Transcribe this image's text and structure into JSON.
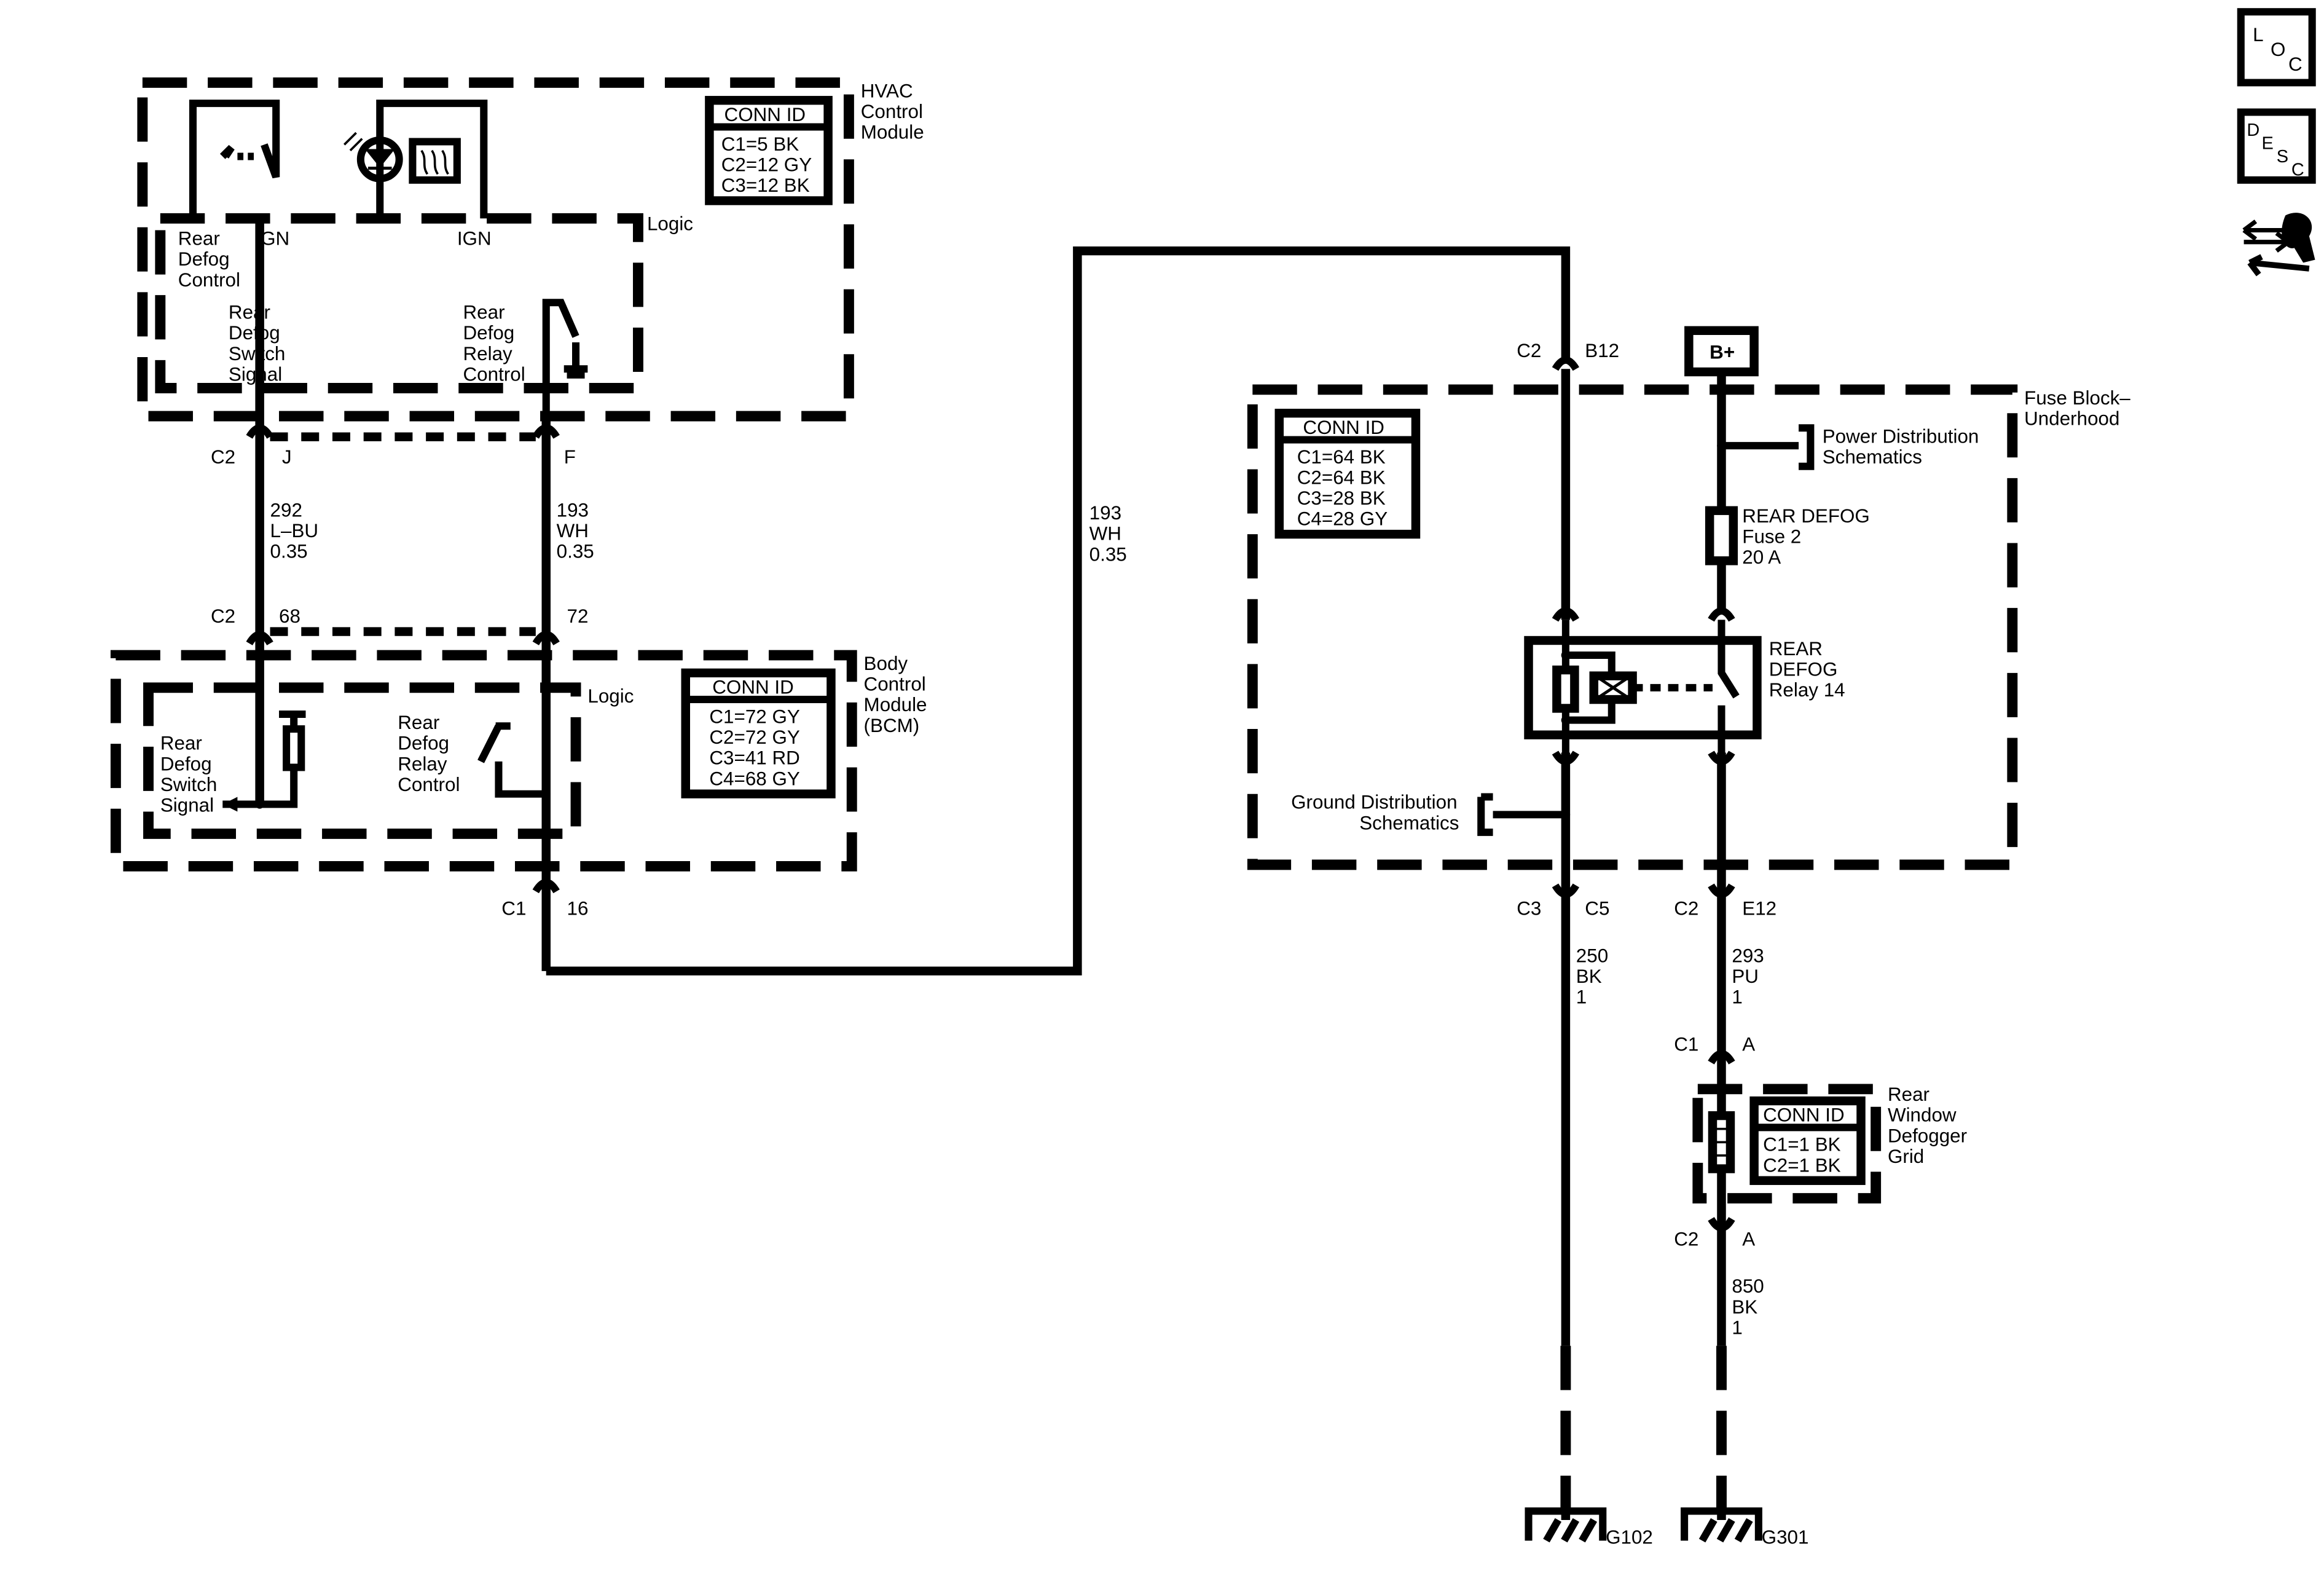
{
  "nav_icons": {
    "loc": [
      "L",
      "O",
      "C"
    ],
    "desc": [
      "D",
      "E",
      "S",
      "C"
    ],
    "tools": "wrench-arrows-icon"
  },
  "hvac": {
    "label": [
      "HVAC",
      "Control",
      "Module"
    ],
    "logic": "Logic",
    "ign1": "IGN",
    "ign2": "IGN",
    "rear_defog_control": [
      "Rear",
      "Defog",
      "Control"
    ],
    "switch_signal": [
      "Rear",
      "Defog",
      "Switch",
      "Signal"
    ],
    "relay_control": [
      "Rear",
      "Defog",
      "Relay",
      "Control"
    ],
    "conn_title": "CONN ID",
    "conn": [
      "C1=5 BK",
      "C2=12 GY",
      "C3=12 BK"
    ],
    "pin_j_conn": "C2",
    "pin_j": "J",
    "pin_f": "F"
  },
  "wire_292": [
    "292",
    "L–BU",
    "0.35"
  ],
  "wire_193a": [
    "193",
    "WH",
    "0.35"
  ],
  "wire_193b": [
    "193",
    "WH",
    "0.35"
  ],
  "bcm": {
    "label": [
      "Body",
      "Control",
      "Module",
      "(BCM)"
    ],
    "logic": "Logic",
    "switch_signal": [
      "Rear",
      "Defog",
      "Switch",
      "Signal"
    ],
    "relay_control": [
      "Rear",
      "Defog",
      "Relay",
      "Control"
    ],
    "conn_title": "CONN ID",
    "conn": [
      "C1=72 GY",
      "C2=72 GY",
      "C3=41 RD",
      "C4=68 GY"
    ],
    "pin_68_conn": "C2",
    "pin_68": "68",
    "pin_72": "72",
    "pin_16_conn": "C1",
    "pin_16": "16"
  },
  "fuse_block": {
    "label": [
      "Fuse Block–",
      "Underhood"
    ],
    "conn_title": "CONN ID",
    "conn": [
      "C1=64 BK",
      "C2=64 BK",
      "C3=28 BK",
      "C4=28 GY"
    ],
    "b12_conn": "C2",
    "b12": "B12",
    "bplus": "B+",
    "power_dist": [
      "Power Distribution",
      "Schematics"
    ],
    "fuse": [
      "REAR DEFOG",
      "Fuse 2",
      "20 A"
    ],
    "relay": [
      "REAR",
      "DEFOG",
      "Relay 14"
    ],
    "ground_dist": [
      "Ground Distribution",
      "Schematics"
    ],
    "c5_conn": "C3",
    "c5": "C5",
    "e12_conn": "C2",
    "e12": "E12"
  },
  "wire_250": [
    "250",
    "BK",
    "1"
  ],
  "wire_293": [
    "293",
    "PU",
    "1"
  ],
  "wire_850": [
    "850",
    "BK",
    "1"
  ],
  "grid": {
    "label": [
      "Rear",
      "Window",
      "Defogger",
      "Grid"
    ],
    "conn_title": "CONN ID",
    "conn": [
      "C1=1 BK",
      "C2=1 BK"
    ],
    "a_top_conn": "C1",
    "a_top": "A",
    "a_bot_conn": "C2",
    "a_bot": "A"
  },
  "grounds": [
    "G102",
    "G301"
  ]
}
